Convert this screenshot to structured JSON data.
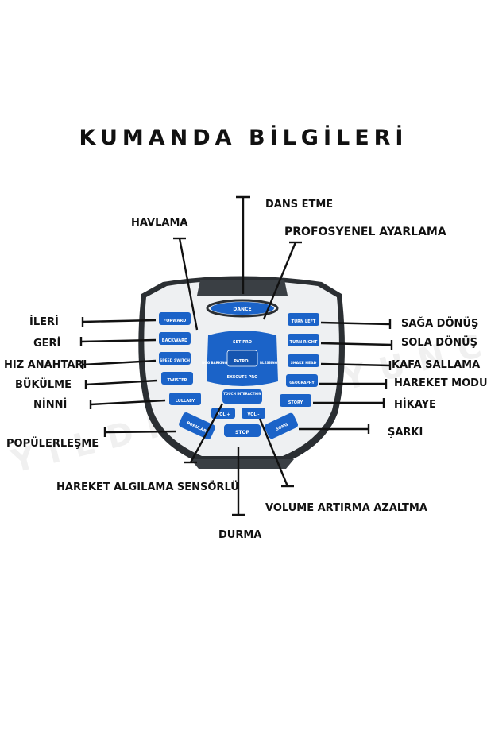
{
  "title": "KUMANDA BİLGİLERİ",
  "watermark": "YILDIRIM OYUNCAK",
  "labels": {
    "dance": "DANS ETME",
    "barking": "HAVLAMA",
    "pro_setup": "PROFOSYENEL AYARLAMA",
    "forward": "İLERİ",
    "backward": "GERİ",
    "speed": "HIZ ANAHTARI",
    "twist": "BÜKÜLME",
    "lullaby": "NİNNİ",
    "popular": "POPÜLERLEŞME",
    "motion_sensor": "HAREKET ALGILAMA SENSÖRLÜ",
    "stop": "DURMA",
    "volume": "VOLUME ARTIRMA AZALTMA",
    "turn_right": "SAĞA DÖNÜŞ",
    "turn_left": "SOLA DÖNÜŞ",
    "shake_head": "KAFA SALLAMA",
    "motion_mode": "HAREKET MODU",
    "story": "HİKAYE",
    "song": "ŞARKI"
  },
  "buttons": {
    "dance": "DANCE",
    "forward": "FORWARD",
    "backward": "BACKWARD",
    "speed_switch": "SPEED SWITCH",
    "twister": "TWISTER",
    "lullaby": "LULLABY",
    "popular": "POPULAR",
    "set_pro": "SET PRO",
    "dog_barking": "DOG BARKING",
    "patrol": "PATROL",
    "blessing": "BLESSING",
    "execute_pro": "EXECUTE PRO",
    "touch_interaction": "TOUCH INTERACTION",
    "vol_plus": "VOL +",
    "vol_minus": "VOL -",
    "stop": "STOP",
    "turn_left": "TURN LEFT",
    "turn_right": "TURN RIGHT",
    "shake_head": "SHAKE HEAD",
    "geography": "GEOGRAPHY",
    "story": "STORY",
    "song": "SONG"
  },
  "colors": {
    "button_blue": "#1b63c8",
    "remote_body": "#eef0f2",
    "remote_edge": "#2b2f33"
  }
}
